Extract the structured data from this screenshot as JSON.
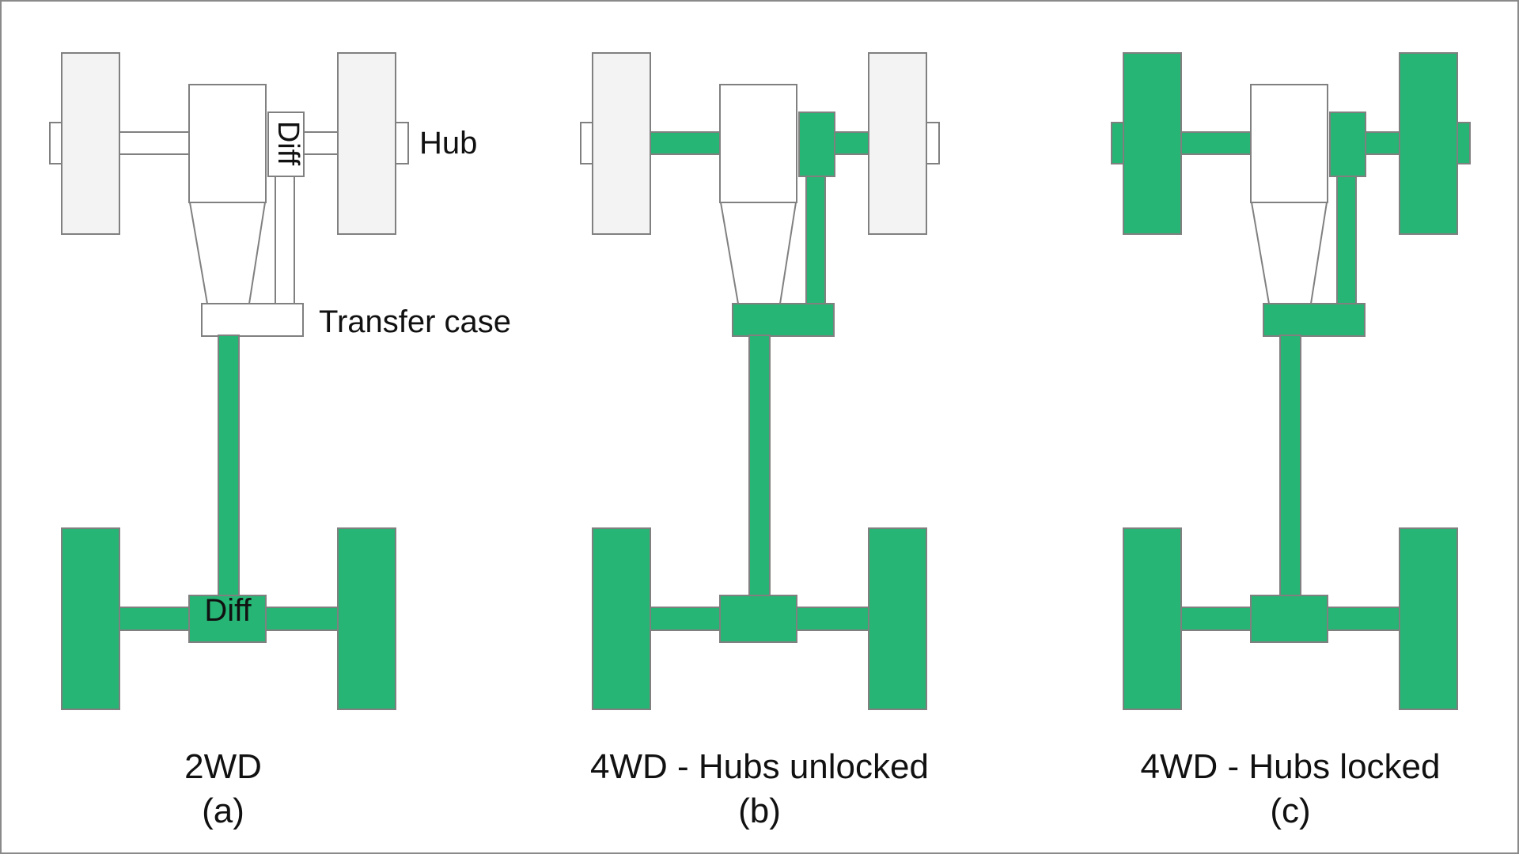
{
  "labels": {
    "hub": "Hub",
    "transfer_case": "Transfer case",
    "front_diff": "Diff",
    "rear_diff": "Diff"
  },
  "panels": [
    {
      "title": "2WD",
      "sub": "(a)"
    },
    {
      "title": "4WD - Hubs unlocked",
      "sub": "(b)"
    },
    {
      "title": "4WD - Hubs locked",
      "sub": "(c)"
    }
  ],
  "colors": {
    "drive_green": "#26b574",
    "outline": "#808080",
    "wheel_light": "#f3f3f3",
    "white": "#ffffff",
    "border": "#8a8a8a"
  },
  "states": [
    {
      "front_axle": "white",
      "front_diff": "white",
      "prop_to_front": "white",
      "transfer_case": "white",
      "front_hubs": "white",
      "front_wheels": "light"
    },
    {
      "front_axle": "green",
      "front_diff": "green",
      "prop_to_front": "green",
      "transfer_case": "green",
      "front_hubs": "white",
      "front_wheels": "light"
    },
    {
      "front_axle": "green",
      "front_diff": "green",
      "prop_to_front": "green",
      "transfer_case": "green",
      "front_hubs": "green",
      "front_wheels": "green"
    }
  ]
}
